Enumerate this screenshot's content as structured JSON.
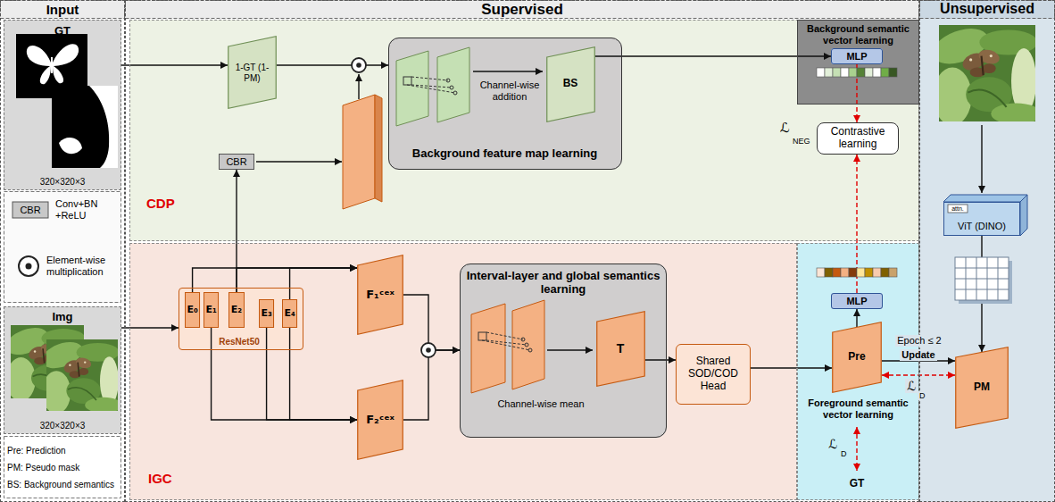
{
  "diagram": {
    "nodes": [
      {
        "text": [
          "Input"
        ]
      },
      {
        "text": [
          "GT",
          "320×320×3"
        ],
        "in": 0
      },
      {
        "text": [
          "Img",
          "320×320×3"
        ],
        "in": 0
      },
      {
        "text": [
          "Supervised"
        ]
      },
      {
        "text": [
          "CDP"
        ],
        "in": 3
      },
      {
        "text": [
          "1-GT (1-PM)"
        ],
        "in": 4
      },
      {
        "text": [
          "CBR"
        ],
        "in": 4
      },
      {
        "text": [
          "Channel-wise addition",
          "Background feature map learning"
        ],
        "in": 4
      },
      {
        "text": [
          "BS"
        ],
        "in": 7
      },
      {
        "text": [
          "Background semantic vector learning"
        ],
        "in": 4
      },
      {
        "text": [
          "MLP"
        ],
        "in": 9
      },
      {
        "text": [
          "Contrastive learning"
        ],
        "in": 4
      },
      {
        "text": [
          "IGC"
        ],
        "in": 3
      },
      {
        "text": [
          "ResNet50"
        ],
        "in": 12
      },
      {
        "text": [
          "E₀"
        ],
        "in": 13
      },
      {
        "text": [
          "E₁"
        ],
        "in": 13
      },
      {
        "text": [
          "E₂"
        ],
        "in": 13
      },
      {
        "text": [
          "E₃"
        ],
        "in": 13
      },
      {
        "text": [
          "E₄"
        ],
        "in": 13
      },
      {
        "text": [
          "F₁ᶜᵉˣ"
        ],
        "in": 12
      },
      {
        "text": [
          "F₂ᶜᵉˣ"
        ],
        "in": 12
      },
      {
        "text": [
          "Interval-layer and global semantics learning",
          "Channel-wise mean"
        ],
        "in": 12
      },
      {
        "text": [
          "T"
        ],
        "in": 21
      },
      {
        "text": [
          "Shared SOD/COD Head"
        ],
        "in": 12
      },
      {
        "text": [
          "Foreground semantic vector learning"
        ],
        "in": 3
      },
      {
        "text": [
          "MLP"
        ],
        "in": 24
      },
      {
        "text": [
          "Pre"
        ],
        "in": 24
      },
      {
        "text": [
          "Unsupervised"
        ]
      },
      {
        "text": [
          "ViT (DINO)"
        ],
        "in": 27
      },
      {
        "text": [
          "PM"
        ],
        "in": 27
      }
    ],
    "edges": [
      {
        "from": 1,
        "to": 5,
        "arrow": "to"
      },
      {
        "from": 5,
        "to": 7,
        "arrow": "to"
      },
      {
        "from": 16,
        "to": 6,
        "arrow": "to"
      },
      {
        "from": 8,
        "to": 10,
        "arrow": "to"
      },
      {
        "from": 10,
        "to": 11,
        "arrow": "to"
      },
      {
        "from": 25,
        "to": 11,
        "arrow": "to"
      },
      {
        "from": 26,
        "to": 25,
        "arrow": "to"
      },
      {
        "from": 2,
        "to": 13,
        "arrow": "to"
      },
      {
        "from": 14,
        "to": 19,
        "arrow": "to"
      },
      {
        "from": 16,
        "to": 19,
        "arrow": "to"
      },
      {
        "from": 18,
        "to": 19,
        "arrow": "to"
      },
      {
        "from": 15,
        "to": 20,
        "arrow": "to"
      },
      {
        "from": 17,
        "to": 20,
        "arrow": "to"
      },
      {
        "from": 18,
        "to": 20,
        "arrow": "to"
      },
      {
        "from": 19,
        "to": 21,
        "arrow": "to"
      },
      {
        "from": 20,
        "to": 21,
        "arrow": "to"
      },
      {
        "from": 22,
        "to": 23,
        "arrow": "to"
      },
      {
        "from": 23,
        "to": 26,
        "arrow": "to"
      },
      {
        "from": 26,
        "to": 29,
        "arrow": "to",
        "label": "Update"
      },
      {
        "from": 26,
        "to": 29,
        "arrow": "both"
      },
      {
        "from": 28,
        "to": 29,
        "arrow": "to"
      }
    ],
    "labels": [
      "CBR",
      "Pre: Prediction",
      "PM: Pseudo mask",
      "BS: Background semantics",
      "ℒ",
      "NEG",
      "attn.",
      "Epoch ≤ 2",
      "ℒ",
      "D",
      "ℒ",
      "D",
      "GT"
    ],
    "legend": [
      {
        "text": "Conv+BN +ReLU"
      },
      {
        "text": "Element-wise multiplication"
      }
    ]
  }
}
